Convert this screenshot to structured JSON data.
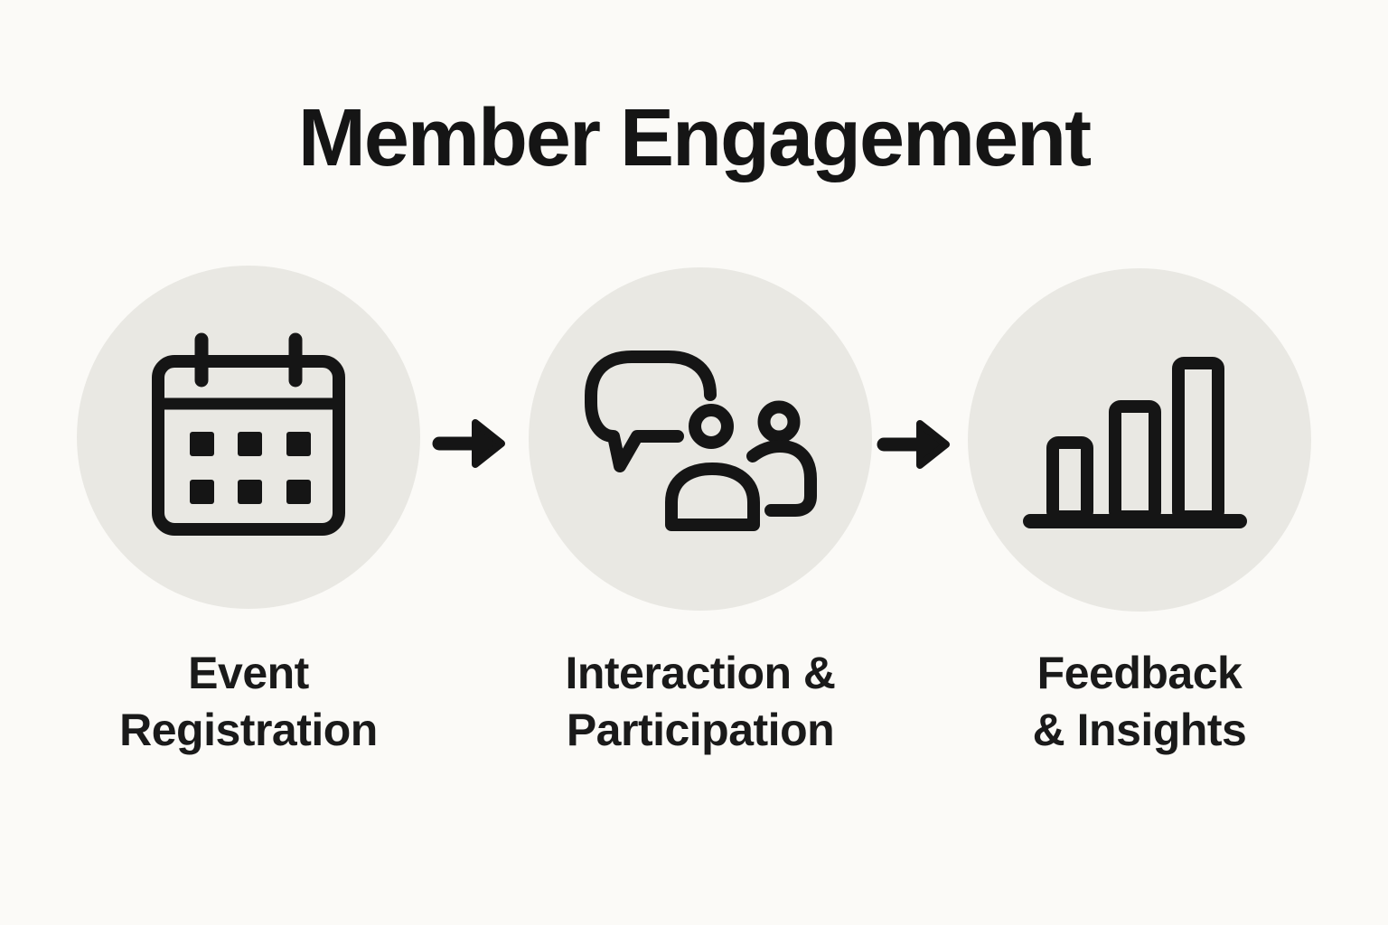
{
  "title": "Member Engagement",
  "steps": [
    {
      "icon": "calendar-icon",
      "label": "Event\nRegistration"
    },
    {
      "icon": "chat-people-icon",
      "label": "Interaction &\nParticipation"
    },
    {
      "icon": "bar-chart-icon",
      "label": "Feedback\n& Insights"
    }
  ],
  "arrows": [
    {
      "icon": "arrow-right-icon"
    },
    {
      "icon": "arrow-right-icon"
    }
  ],
  "colors": {
    "background": "#fbfaf7",
    "circle_fill": "#e9e8e3",
    "ink": "#151515",
    "text": "#1a1a1a"
  }
}
